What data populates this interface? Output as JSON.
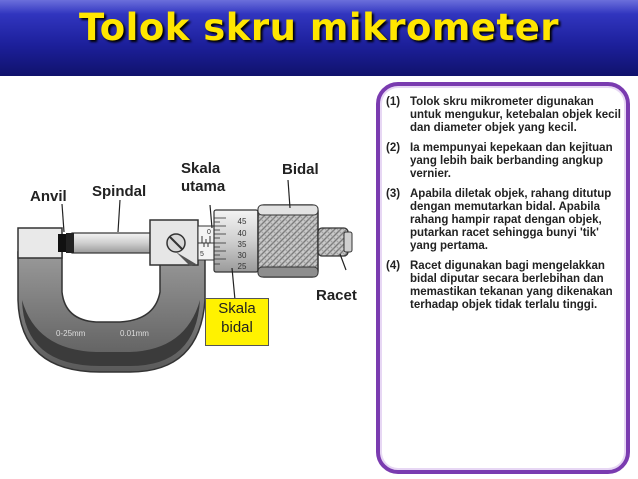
{
  "header": {
    "title": "Tolok skru mikrometer"
  },
  "diagram": {
    "labels": {
      "anvil": "Anvil",
      "spindal": "Spindal",
      "skala_utama_1": "Skala",
      "skala_utama_2": "utama",
      "bidal": "Bidal",
      "racet": "Racet",
      "frame_left": "0-25mm",
      "frame_right": "0.01mm",
      "scale_45": "45",
      "scale_40": "40",
      "scale_35": "35",
      "scale_30": "30",
      "scale_25": "25",
      "main_0": "0",
      "main_5": "5"
    },
    "skala_bidal": {
      "line1": "Skala",
      "line2": "bidal"
    }
  },
  "notes": [
    {
      "num": "(1)",
      "text": "Tolok skru mikrometer digunakan untuk mengukur, ketebalan objek kecil dan diameter objek yang kecil."
    },
    {
      "num": "(2)",
      "text": "Ia mempunyai kepekaan dan kejituan yang lebih baik berbanding angkup vernier."
    },
    {
      "num": "(3)",
      "text": "Apabila diletak objek, rahang ditutup dengan memutarkan bidal. Apabila rahang hampir rapat dengan objek, putarkan racet sehingga bunyi 'tik' yang pertama."
    },
    {
      "num": "(4)",
      "text": "Racet digunakan bagi mengelakkan bidal diputar secara berlebihan dan memastikan tekanan yang dikenakan terhadap objek tidak terlalu tinggi."
    }
  ],
  "colors": {
    "title_bar": "#1c1f9a",
    "title_text": "#ffe600",
    "panel_border": "#7a3bb0",
    "highlight": "#fff200"
  }
}
